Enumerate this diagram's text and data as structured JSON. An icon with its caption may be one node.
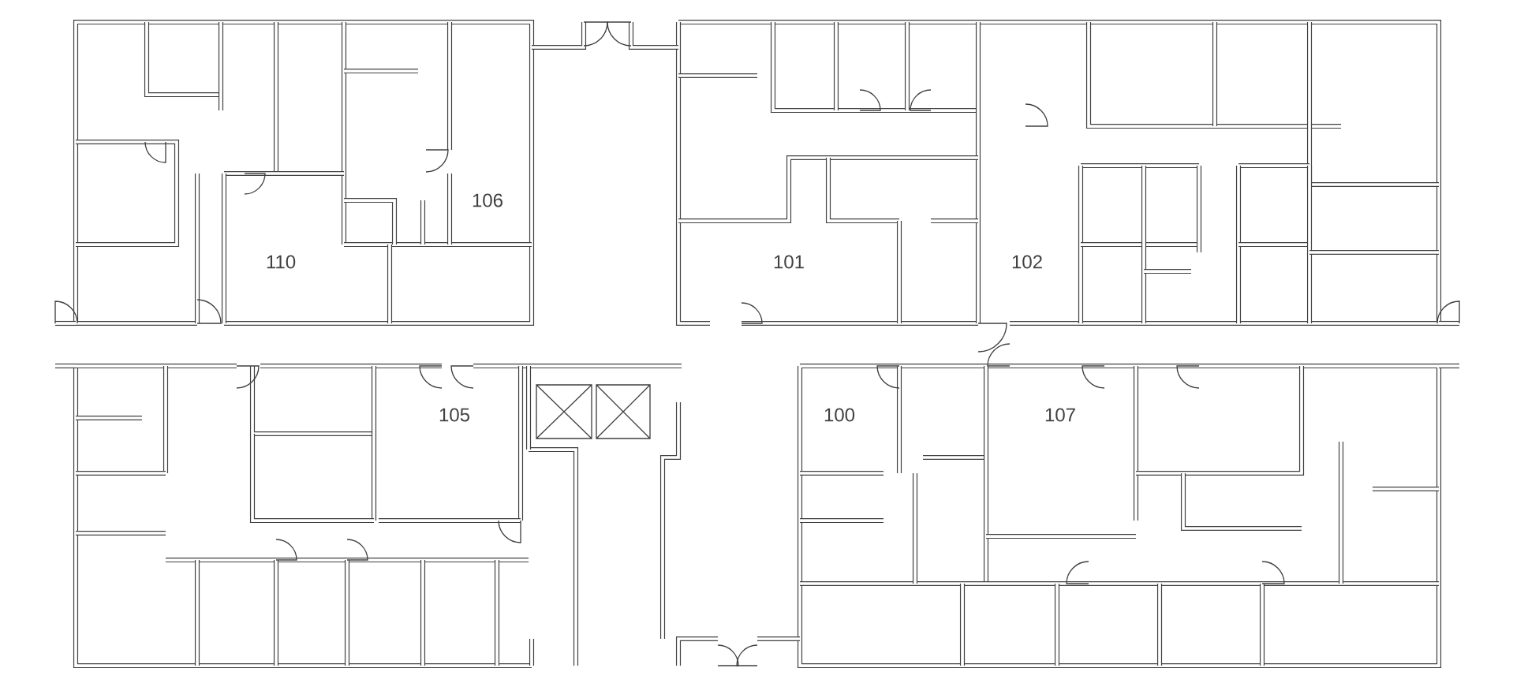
{
  "diagram": {
    "labels": [
      "106",
      "110",
      "101",
      "102",
      "105",
      "100",
      "107"
    ]
  }
}
